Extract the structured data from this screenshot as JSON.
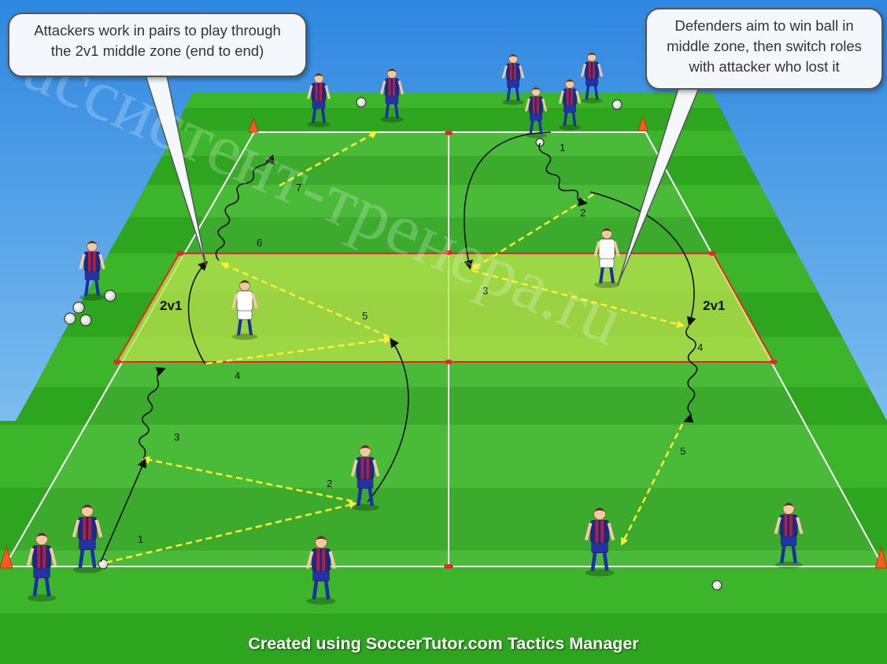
{
  "callouts": {
    "left": {
      "line1": "Attackers work in pairs to play through",
      "line2": "the 2v1 middle zone (end to end)"
    },
    "right": {
      "line1": "Defenders aim to win ball in",
      "line2": "middle zone, then switch roles",
      "line3": "with attacker who lost it"
    }
  },
  "zone_labels": {
    "left": "2v1",
    "right": "2v1"
  },
  "sequence_numbers": {
    "left": [
      "1",
      "2",
      "3",
      "4",
      "5",
      "6",
      "7"
    ],
    "right": [
      "1",
      "2",
      "3",
      "4",
      "5"
    ]
  },
  "footer": "Created using SoccerTutor.com Tactics Manager",
  "watermark": "ассистент-тренера.ru",
  "colors": {
    "attacker_shirt": "#1a2a8c",
    "attacker_stripe": "#b3203a",
    "defender_shirt": "#ffffff",
    "shorts_attacker": "#2233aa",
    "pass_arrow": "#ffee33",
    "run_arrow": "#111111",
    "middle_zone": "#b8e04a",
    "zone_border": "#e8242a",
    "cone": "#ff5a1e"
  }
}
